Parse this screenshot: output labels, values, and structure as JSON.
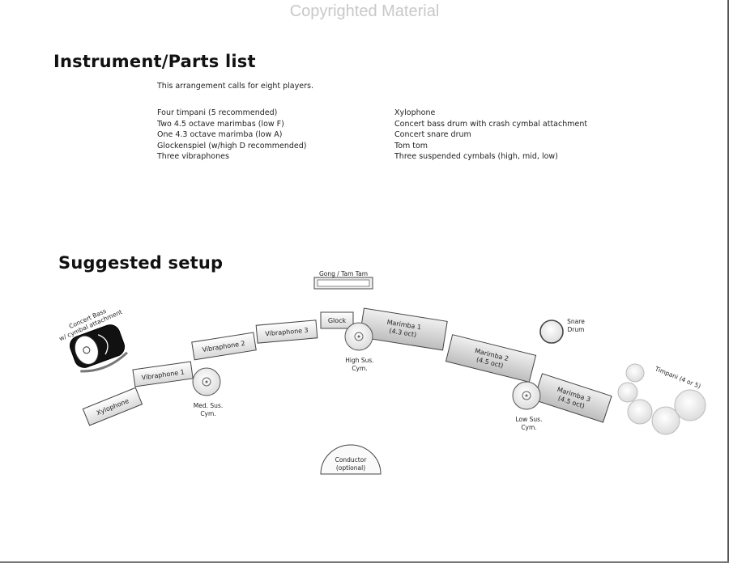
{
  "watermark": "Copyrighted Material",
  "parts": {
    "title": "Instrument/Parts list",
    "intro": "This arrangement calls for eight players.",
    "left_column": [
      "Four timpani (5 recommended)",
      "Two 4.5 octave marimbas (low F)",
      "One 4.3 octave marimba (low A)",
      "Glockenspiel (w/high D recommended)",
      "Three vibraphones"
    ],
    "right_column": [
      "Xylophone",
      "Concert bass drum with crash cymbal attachment",
      "Concert snare drum",
      "Tom tom",
      "Three suspended cymbals (high, mid, low)"
    ]
  },
  "setup": {
    "title": "Suggested setup",
    "gong": "Gong / Tam Tam",
    "bass_drum": [
      "Concert Bass",
      "w/ cymbal attachment"
    ],
    "xylophone": "Xylophone",
    "vibraphone_1": "Vibraphone 1",
    "vibraphone_2": "Vibraphone 2",
    "vibraphone_3": "Vibraphone 3",
    "glock": "Glock",
    "marimba_1": [
      "Marimba 1",
      "(4.3 oct)"
    ],
    "marimba_2": [
      "Marimba 2",
      "(4.5 oct)"
    ],
    "marimba_3": [
      "Marimba 3",
      "(4.5 oct)"
    ],
    "med_cymbal": [
      "Med. Sus.",
      "Cym."
    ],
    "high_cymbal": [
      "High Sus.",
      "Cym."
    ],
    "low_cymbal": [
      "Low Sus.",
      "Cym."
    ],
    "snare": [
      "Snare",
      "Drum"
    ],
    "timpani": "Timpani (4 or 5)",
    "conductor": [
      "Conductor",
      "(optional)"
    ]
  }
}
